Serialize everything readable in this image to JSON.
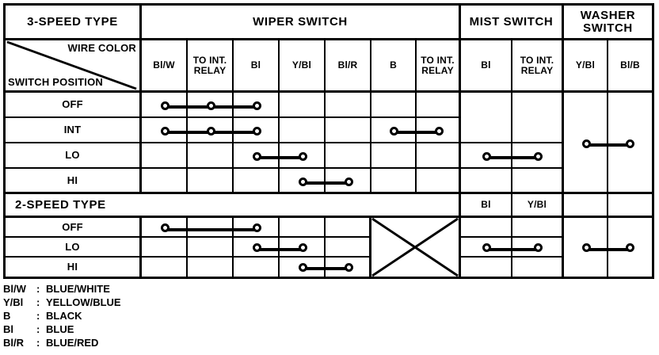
{
  "table": {
    "corner": {
      "wire_color_label": "WIRE COLOR",
      "switch_position_label": "SWITCH POSITION"
    },
    "groups": {
      "speed3_title": "3-SPEED TYPE",
      "speed2_title": "2-SPEED TYPE",
      "wiper_switch": "WIPER SWITCH",
      "mist_switch": "MIST SWITCH",
      "washer_switch": "WASHER SWITCH"
    },
    "wiper_columns": [
      "Bl/W",
      "TO INT. RELAY",
      "Bl",
      "Y/Bl",
      "Bl/R",
      "B",
      "TO INT. RELAY"
    ],
    "mist_columns_3speed": [
      "Bl",
      "TO INT. RELAY"
    ],
    "mist_columns_2speed": [
      "Bl",
      "Y/Bl"
    ],
    "washer_columns": [
      "Y/Bl",
      "Bl/B"
    ],
    "rows_3speed": [
      "OFF",
      "INT",
      "LO",
      "HI"
    ],
    "rows_2speed": [
      "OFF",
      "LO",
      "HI"
    ]
  },
  "connections": {
    "speed3": {
      "OFF": {
        "wiper": [
          "Bl/W",
          "TO INT. RELAY",
          "Bl"
        ],
        "mist": [],
        "washer": []
      },
      "INT": {
        "wiper": [
          "Bl/W",
          "TO INT. RELAY",
          "Bl"
        ],
        "wiper2": [
          "B",
          "TO INT. RELAY"
        ],
        "mist": [],
        "washer": []
      },
      "LO": {
        "wiper": [
          "Bl",
          "Y/Bl"
        ],
        "mist": [
          "Bl",
          "TO INT. RELAY"
        ],
        "washer": []
      },
      "HI": {
        "wiper": [
          "Y/Bl",
          "Bl/R"
        ],
        "mist": [],
        "washer": []
      },
      "washer_merged": [
        "Y/Bl",
        "Bl/B"
      ]
    },
    "speed2": {
      "OFF": {
        "wiper": [
          "Bl/W",
          "Bl"
        ],
        "mist": [],
        "washer": []
      },
      "LO": {
        "wiper": [
          "Bl",
          "Y/Bl"
        ],
        "mist": [
          "Bl",
          "Y/Bl"
        ],
        "washer": [
          "Y/Bl",
          "Bl/B"
        ]
      },
      "HI": {
        "wiper": [
          "Y/Bl",
          "Bl/R"
        ],
        "mist": [],
        "washer": []
      }
    },
    "crossed_out_note": "B and TO INT. RELAY columns not applicable for 2-speed type"
  },
  "legend": [
    {
      "code": "Bl/W",
      "sep": ":",
      "name": "BLUE/WHITE"
    },
    {
      "code": "Y/Bl",
      "sep": ":",
      "name": "YELLOW/BLUE"
    },
    {
      "code": "B",
      "sep": ":",
      "name": "BLACK"
    },
    {
      "code": "Bl",
      "sep": ":",
      "name": "BLUE"
    },
    {
      "code": "Bl/R",
      "sep": ":",
      "name": "BLUE/RED"
    }
  ]
}
